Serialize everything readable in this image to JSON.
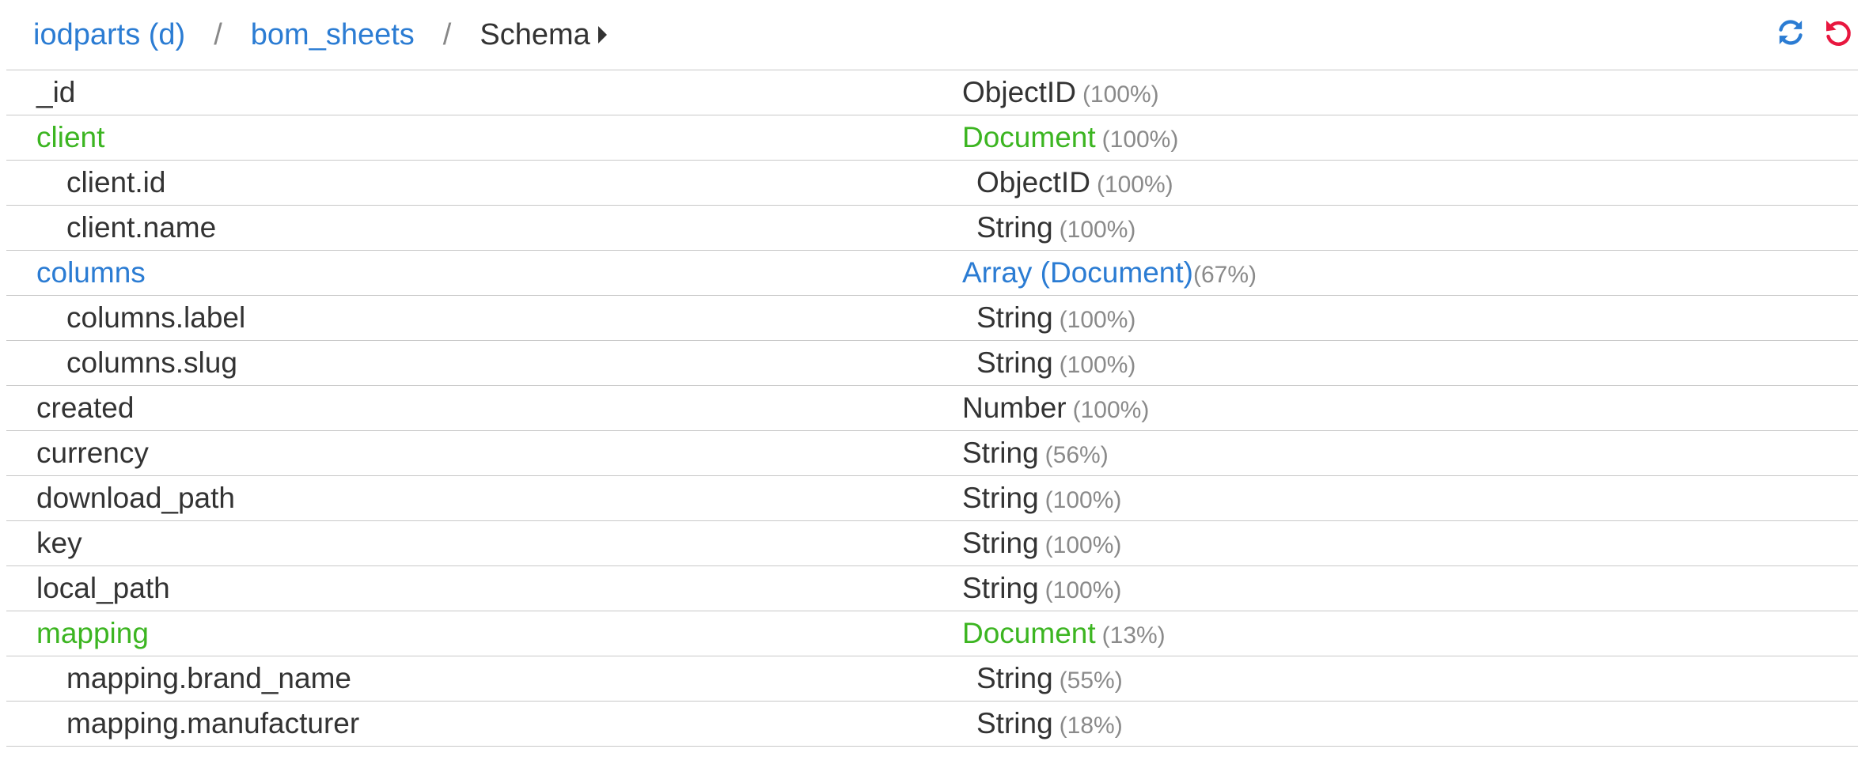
{
  "breadcrumb": {
    "database": "iodparts (d)",
    "separator": "/",
    "collection": "bom_sheets",
    "current": "Schema"
  },
  "colors": {
    "link": "#2b7cd3",
    "document": "#3cb521",
    "reset": "#e8173f"
  },
  "icons": {
    "refresh": "refresh-icon",
    "reset": "undo-icon",
    "caret": "caret-right-icon"
  },
  "rows": [
    {
      "field": "_id",
      "type": "ObjectID",
      "percent": "(100%)"
    },
    {
      "field": "client",
      "type": "Document",
      "percent": "(100%)"
    },
    {
      "field": "client.id",
      "type": "ObjectID",
      "percent": "(100%)"
    },
    {
      "field": "client.name",
      "type": "String",
      "percent": "(100%)"
    },
    {
      "field": "columns",
      "type": "Array (Document)",
      "percent": "(67%)"
    },
    {
      "field": "columns.label",
      "type": "String",
      "percent": "(100%)"
    },
    {
      "field": "columns.slug",
      "type": "String",
      "percent": "(100%)"
    },
    {
      "field": "created",
      "type": "Number",
      "percent": "(100%)"
    },
    {
      "field": "currency",
      "type": "String",
      "percent": "(56%)"
    },
    {
      "field": "download_path",
      "type": "String",
      "percent": "(100%)"
    },
    {
      "field": "key",
      "type": "String",
      "percent": "(100%)"
    },
    {
      "field": "local_path",
      "type": "String",
      "percent": "(100%)"
    },
    {
      "field": "mapping",
      "type": "Document",
      "percent": "(13%)"
    },
    {
      "field": "mapping.brand_name",
      "type": "String",
      "percent": "(55%)"
    },
    {
      "field": "mapping.manufacturer",
      "type": "String",
      "percent": "(18%)"
    }
  ]
}
